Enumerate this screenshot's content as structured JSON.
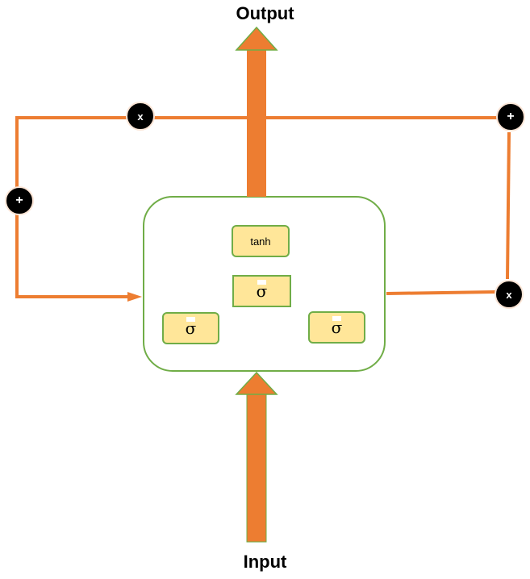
{
  "labels": {
    "output": "Output",
    "input": "Input"
  },
  "cell": {
    "tanh_label": "tanh",
    "sigma_top": "σ",
    "sigma_left": "σ",
    "sigma_right": "σ"
  },
  "nodes": {
    "left_plus": "+",
    "top_times": "x",
    "top_right_plus": "+",
    "right_times": "x"
  },
  "colors": {
    "line": "#ed7d31",
    "cell_border": "#70ad47",
    "gate_fill": "#ffe699",
    "node_fill": "#000000"
  }
}
